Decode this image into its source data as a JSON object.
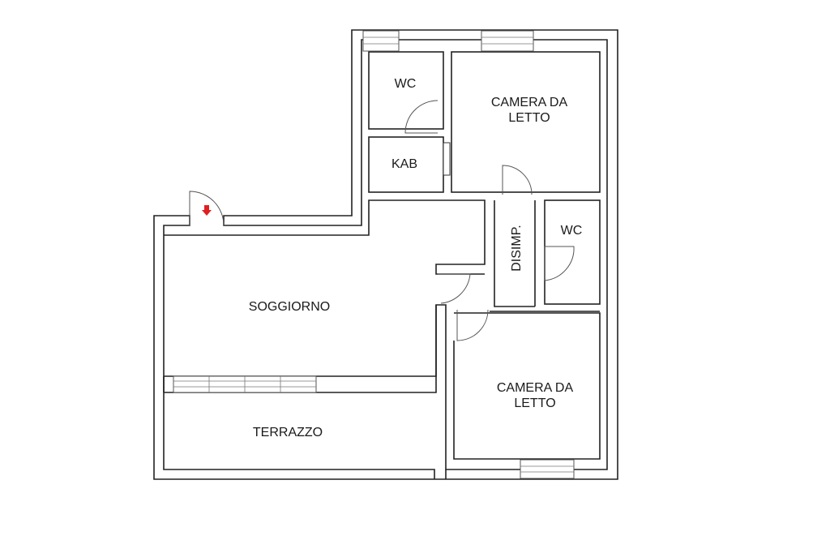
{
  "floorplan": {
    "rooms": {
      "wc_top": "WC",
      "kab": "KAB",
      "camera_top_line1": "CAMERA DA",
      "camera_top_line2": "LETTO",
      "disimp": "DISIMP.",
      "wc_right": "WC",
      "soggiorno": "SOGGIORNO",
      "camera_bottom_line1": "CAMERA DA",
      "camera_bottom_line2": "LETTO",
      "terrazzo": "TERRAZZO"
    },
    "icons": {
      "entrance": "entrance-arrow-icon"
    },
    "colors": {
      "wall": "#222222",
      "entrance_marker": "#e02020"
    }
  }
}
